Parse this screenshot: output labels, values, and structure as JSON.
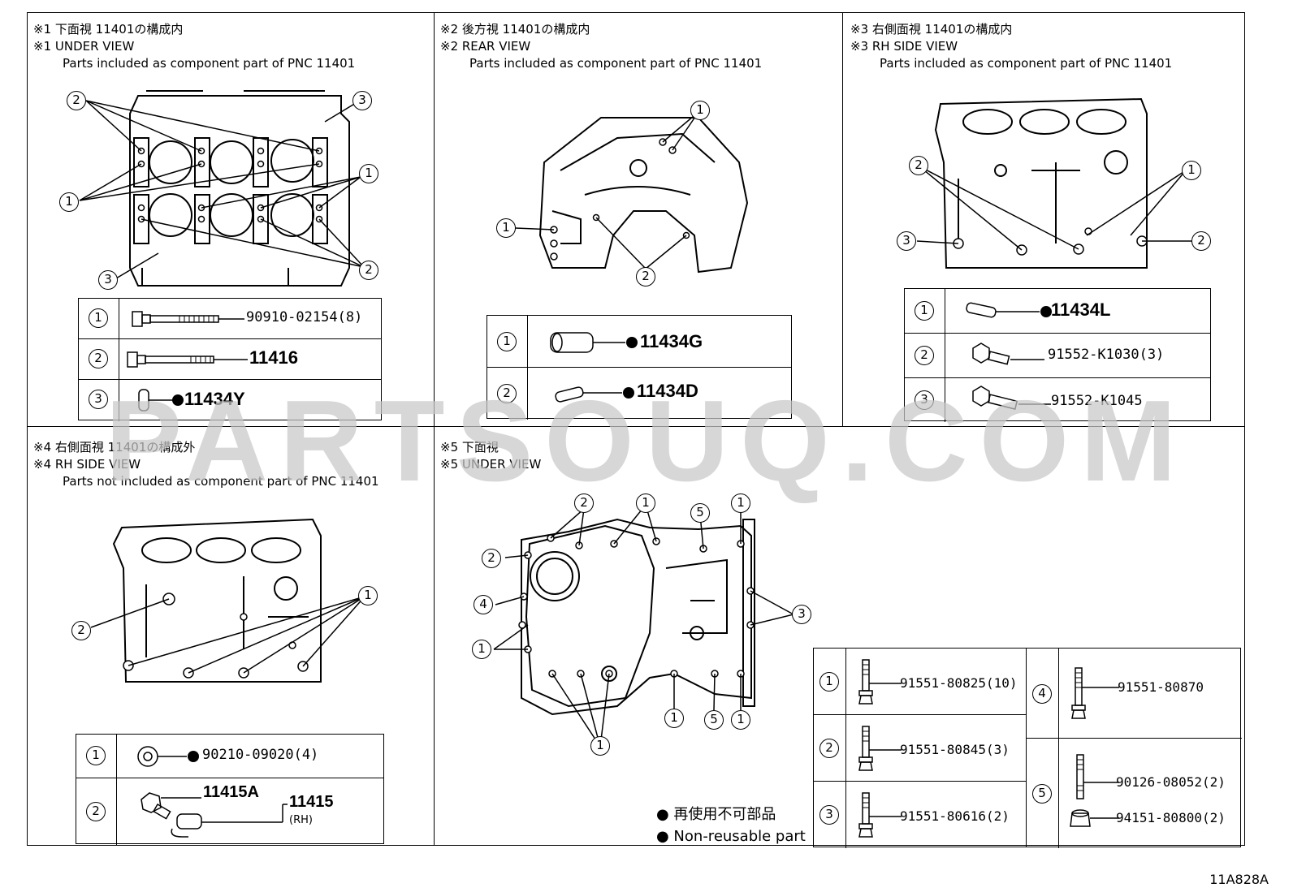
{
  "panels": {
    "p1": {
      "jp": "※1 下面視 11401の構成内",
      "en": "※1 UNDER VIEW",
      "sub": "Parts included as component part of PNC 11401"
    },
    "p2": {
      "jp": "※2 後方視 11401の構成内",
      "en": "※2 REAR VIEW",
      "sub": "Parts included as component part of PNC 11401"
    },
    "p3": {
      "jp": "※3 右側面視 11401の構成内",
      "en": "※3 RH SIDE VIEW",
      "sub": "Parts included as component part of PNC 11401"
    },
    "p4": {
      "jp": "※4 右側面視 11401の構成外",
      "en": "※4 RH SIDE VIEW",
      "sub": "Parts not included as component part of PNC 11401"
    },
    "p5": {
      "jp": "※5 下面視",
      "en": "※5 UNDER VIEW"
    }
  },
  "tables": {
    "t1": [
      {
        "n": "1",
        "part": "90910-02154(8)"
      },
      {
        "n": "2",
        "part": "11416"
      },
      {
        "n": "3",
        "part": "11434Y"
      }
    ],
    "t2": [
      {
        "n": "1",
        "part": "11434G"
      },
      {
        "n": "2",
        "part": "11434D"
      }
    ],
    "t3": [
      {
        "n": "1",
        "part": "11434L"
      },
      {
        "n": "2",
        "part": "91552-K1030(3)"
      },
      {
        "n": "3",
        "part": "91552-K1045"
      }
    ],
    "t4": [
      {
        "n": "1",
        "part": "90210-09020(4)"
      },
      {
        "n": "2",
        "part_a": "11415A",
        "part_b": "11415",
        "note": "(RH)"
      }
    ],
    "t5": [
      {
        "n": "1",
        "part": "91551-80825(10)"
      },
      {
        "n": "2",
        "part": "91551-80845(3)"
      },
      {
        "n": "3",
        "part": "91551-80616(2)"
      },
      {
        "n": "4",
        "part": "91551-80870"
      },
      {
        "n": "5",
        "part_a": "90126-08052(2)",
        "part_b": "94151-80800(2)"
      }
    ]
  },
  "callouts": {
    "c1": "1",
    "c2": "2",
    "c3": "3",
    "c4": "4",
    "c5": "5"
  },
  "legend": {
    "jp": "● 再使用不可部品",
    "en": "● Non-reusable part"
  },
  "watermark": "PARTSOUQ.COM",
  "diagram_code": "11A828A"
}
